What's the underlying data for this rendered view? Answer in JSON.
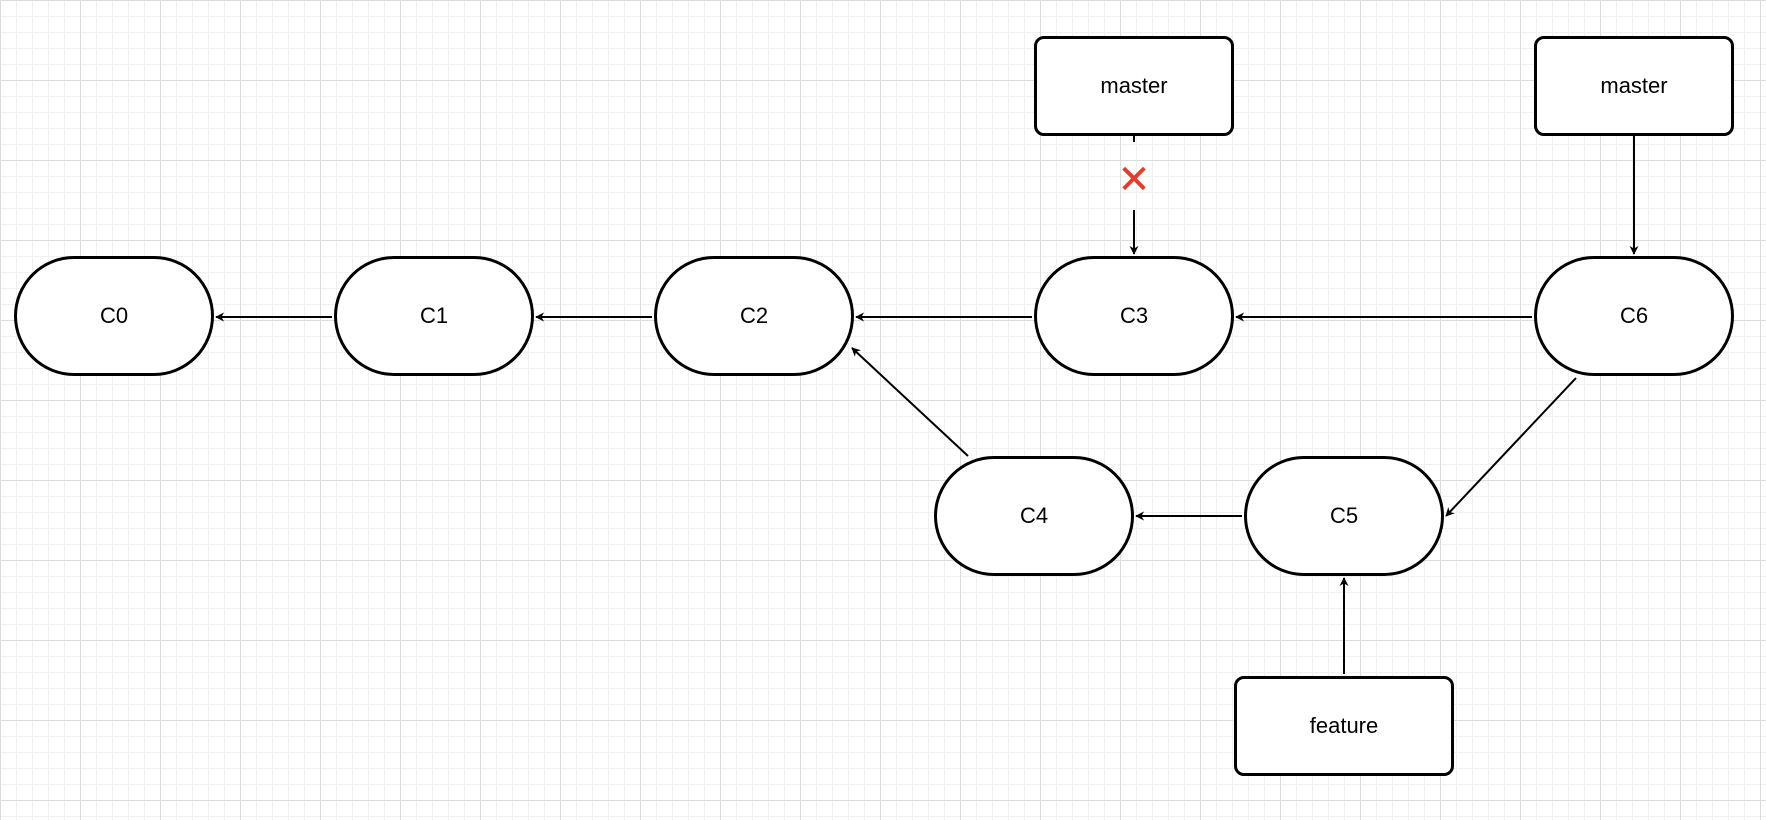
{
  "commits": {
    "c0": "C0",
    "c1": "C1",
    "c2": "C2",
    "c3": "C3",
    "c4": "C4",
    "c5": "C5",
    "c6": "C6"
  },
  "branches": {
    "master_old": "master",
    "master_new": "master",
    "feature": "feature"
  },
  "edges": [
    {
      "from": "C1",
      "to": "C0"
    },
    {
      "from": "C2",
      "to": "C1"
    },
    {
      "from": "C3",
      "to": "C2"
    },
    {
      "from": "C6",
      "to": "C3"
    },
    {
      "from": "C4",
      "to": "C2"
    },
    {
      "from": "C5",
      "to": "C4"
    },
    {
      "from": "C6",
      "to": "C5"
    },
    {
      "from": "master",
      "to": "C3",
      "status": "removed"
    },
    {
      "from": "master",
      "to": "C6"
    },
    {
      "from": "feature",
      "to": "C5"
    }
  ],
  "removed_marker": {
    "icon": "cross-icon",
    "glyph": "✕",
    "color": "#e53b2c"
  }
}
